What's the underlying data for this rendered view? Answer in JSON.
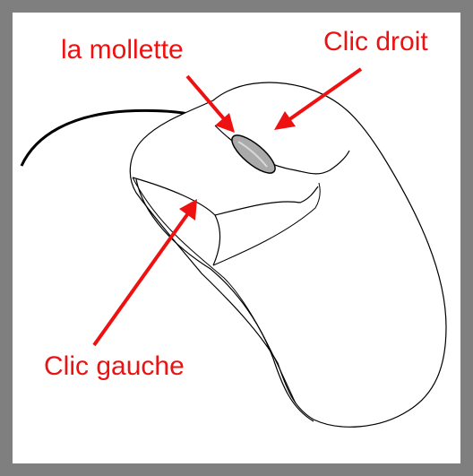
{
  "diagram": {
    "labels": {
      "scroll_wheel": "la mollette",
      "right_click": "Clic droit",
      "left_click": "Clic gauche"
    }
  },
  "colors": {
    "frame": "#7f7f7f",
    "background": "#ffffff",
    "annotation": "#ee1111",
    "outline": "#000000",
    "wheel": "#aaaaaa"
  }
}
